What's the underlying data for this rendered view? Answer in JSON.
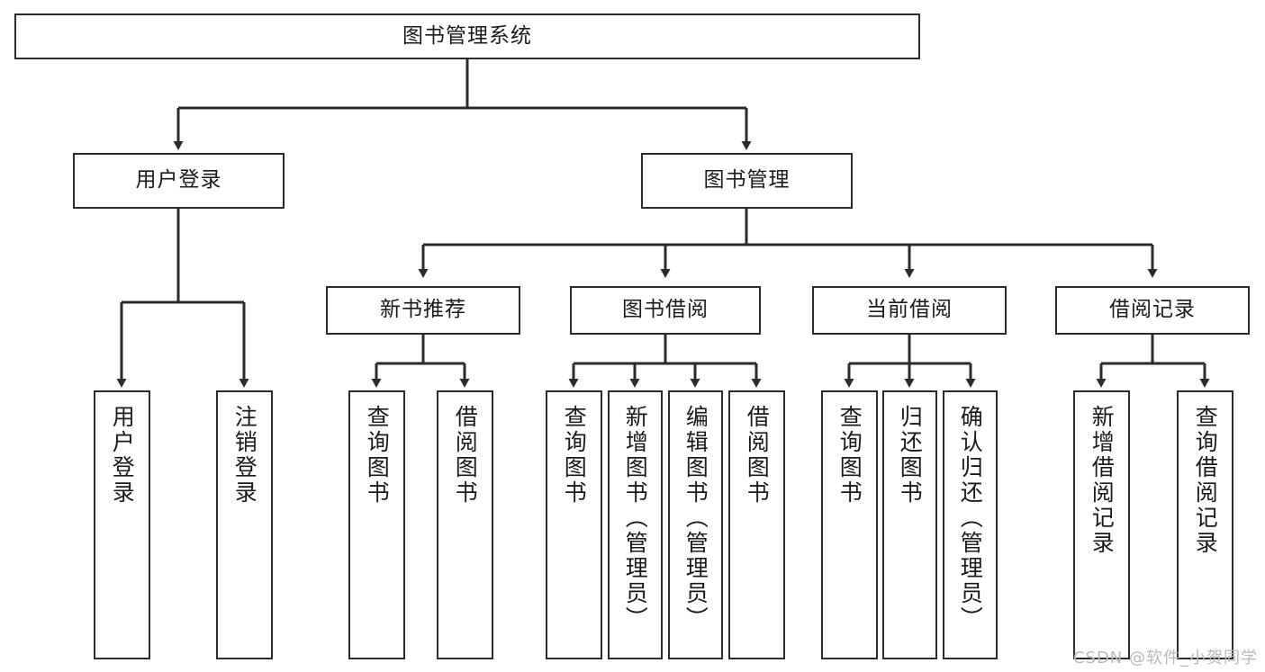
{
  "diagram": {
    "title": "图书管理系统",
    "type": "tree-hierarchy-diagram",
    "watermark": "CSDN @软件_小贺同学",
    "colors": {
      "stroke": "#2b2b2b",
      "fill": "#ffffff",
      "text": "#1a1a1a",
      "watermark": "#b9b9b9"
    },
    "nodes": {
      "root": {
        "label": "图书管理系统"
      },
      "level1": [
        {
          "id": "user-login",
          "label": "用户登录"
        },
        {
          "id": "book-manage",
          "label": "图书管理"
        }
      ],
      "level2": [
        {
          "id": "new-book-recommend",
          "label": "新书推荐"
        },
        {
          "id": "book-borrow",
          "label": "图书借阅"
        },
        {
          "id": "current-borrow",
          "label": "当前借阅"
        },
        {
          "id": "borrow-record",
          "label": "借阅记录"
        }
      ],
      "leaves": [
        {
          "id": "leaf-user-login",
          "label": "用户登录",
          "parent": "user-login"
        },
        {
          "id": "leaf-logout-login",
          "label": "注销登录",
          "parent": "user-login"
        },
        {
          "id": "leaf-query-book-1",
          "label": "查询图书",
          "parent": "new-book-recommend"
        },
        {
          "id": "leaf-borrow-book-1",
          "label": "借阅图书",
          "parent": "new-book-recommend"
        },
        {
          "id": "leaf-query-book-2",
          "label": "查询图书",
          "parent": "book-borrow"
        },
        {
          "id": "leaf-add-book",
          "label": "新增图书（管理员）",
          "parent": "book-borrow"
        },
        {
          "id": "leaf-edit-book",
          "label": "编辑图书（管理员）",
          "parent": "book-borrow"
        },
        {
          "id": "leaf-borrow-book-2",
          "label": "借阅图书",
          "parent": "book-borrow"
        },
        {
          "id": "leaf-query-book-3",
          "label": "查询图书",
          "parent": "current-borrow"
        },
        {
          "id": "leaf-return-book",
          "label": "归还图书",
          "parent": "current-borrow"
        },
        {
          "id": "leaf-confirm-return",
          "label": "确认归还（管理员）",
          "parent": "current-borrow"
        },
        {
          "id": "leaf-add-record",
          "label": "新增借阅记录",
          "parent": "borrow-record"
        },
        {
          "id": "leaf-query-record",
          "label": "查询借阅记录",
          "parent": "borrow-record"
        }
      ]
    }
  }
}
